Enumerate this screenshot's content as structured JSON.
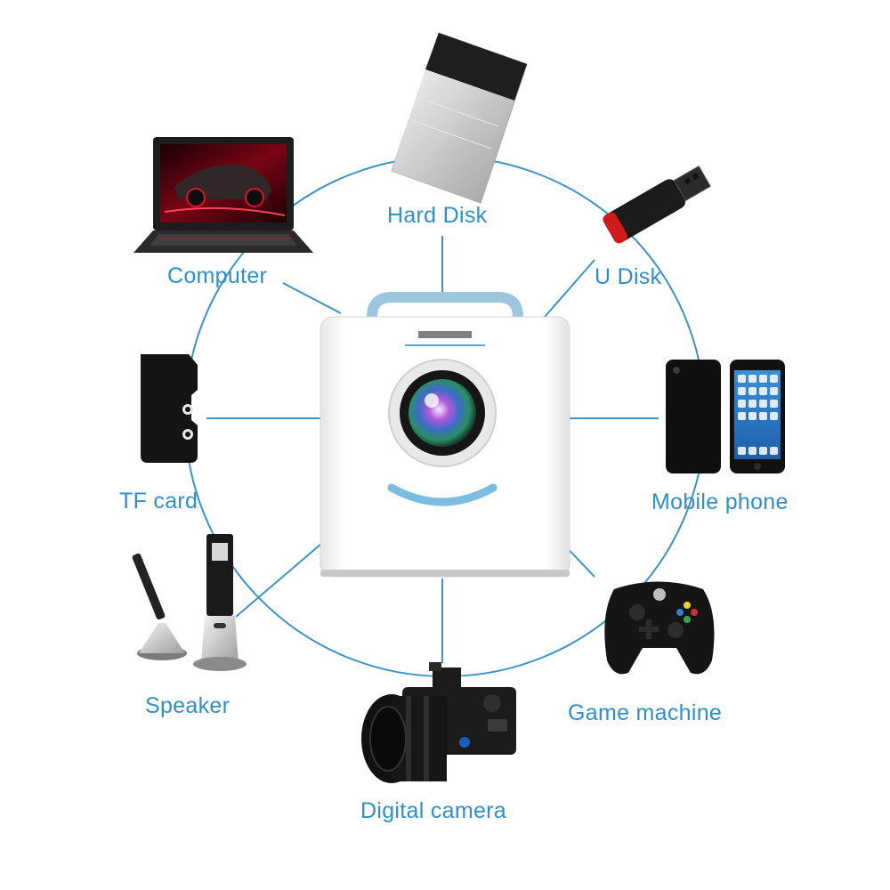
{
  "diagram": {
    "accent_color": "#3a93c9",
    "center_device": "projector",
    "nodes": [
      {
        "id": "hard",
        "label": "Hard Disk",
        "icon": "hard-disk-icon"
      },
      {
        "id": "computer",
        "label": "Computer",
        "icon": "laptop-icon"
      },
      {
        "id": "udisk",
        "label": "U Disk",
        "icon": "usb-drive-icon"
      },
      {
        "id": "tf",
        "label": "TF card",
        "icon": "tf-card-icon"
      },
      {
        "id": "phone",
        "label": "Mobile phone",
        "icon": "mobile-phone-icon"
      },
      {
        "id": "speaker",
        "label": "Speaker",
        "icon": "speaker-icon"
      },
      {
        "id": "game",
        "label": "Game machine",
        "icon": "game-controller-icon"
      },
      {
        "id": "camera",
        "label": "Digital camera",
        "icon": "camera-icon"
      }
    ]
  }
}
